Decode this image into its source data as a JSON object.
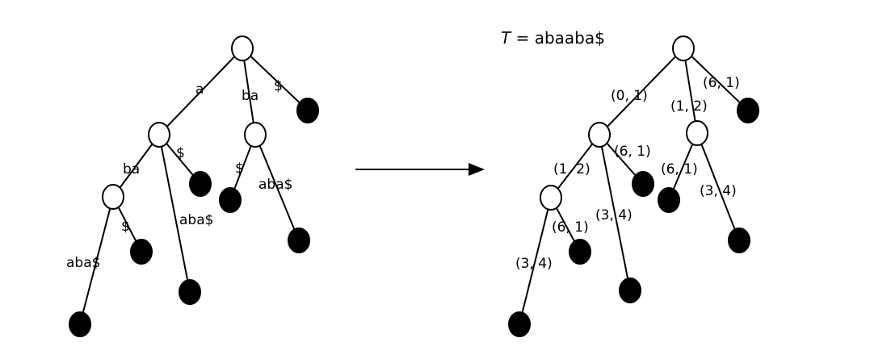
{
  "title": {
    "var": "T",
    "eq": " = abaaba$"
  },
  "left_tree": {
    "edge_labels": [
      "a",
      "ba",
      "$",
      "ba",
      "$",
      "aba$",
      "$",
      "aba$",
      "$",
      "aba$"
    ]
  },
  "right_tree": {
    "edge_labels": [
      "(0, 1)",
      "(1, 2)",
      "(6, 1)",
      "(1, 2)",
      "(6, 1)",
      "(3, 4)",
      "(6, 1)",
      "(3, 4)",
      "(6, 1)",
      "(3, 4)"
    ]
  }
}
